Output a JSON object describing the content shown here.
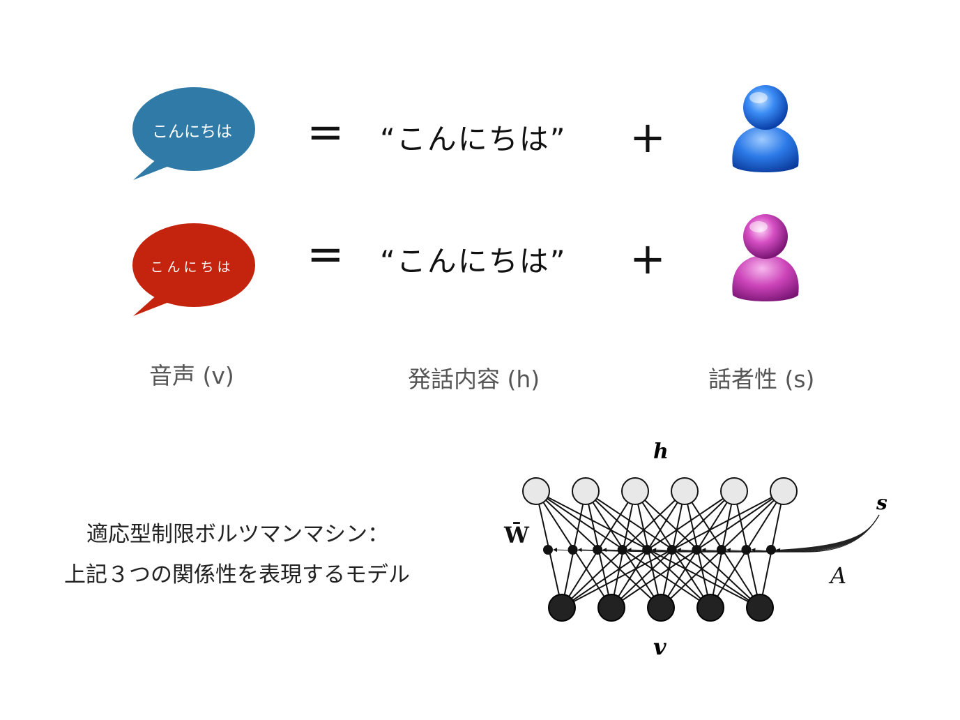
{
  "rows": [
    {
      "bubble_text": "こんにちは",
      "bubble_color": "#2f7aa6",
      "equals": "=",
      "content": "“こんにちは”",
      "plus": "+",
      "speaker_icon": "blue-user-icon",
      "speaker_color": "#1f6fe0"
    },
    {
      "bubble_text": "こんにちは",
      "bubble_color": "#c4240e",
      "equals": "=",
      "content": "“こんにちは”",
      "plus": "+",
      "speaker_icon": "pink-user-icon",
      "speaker_color": "#c93ab5"
    }
  ],
  "captions": {
    "voice": "音声 (v)",
    "content": "発話内容 (h)",
    "speaker": "話者性 (s)"
  },
  "description": {
    "line1": "適応型制限ボルツマンマシン：",
    "line2": "上記３つの関係性を表現するモデル"
  },
  "network": {
    "hidden_label": "h",
    "visible_label": "v",
    "weight_label": "W̄",
    "speaker_label": "s",
    "adaptation_label": "A",
    "hidden_units": 6,
    "visible_units": 5
  }
}
